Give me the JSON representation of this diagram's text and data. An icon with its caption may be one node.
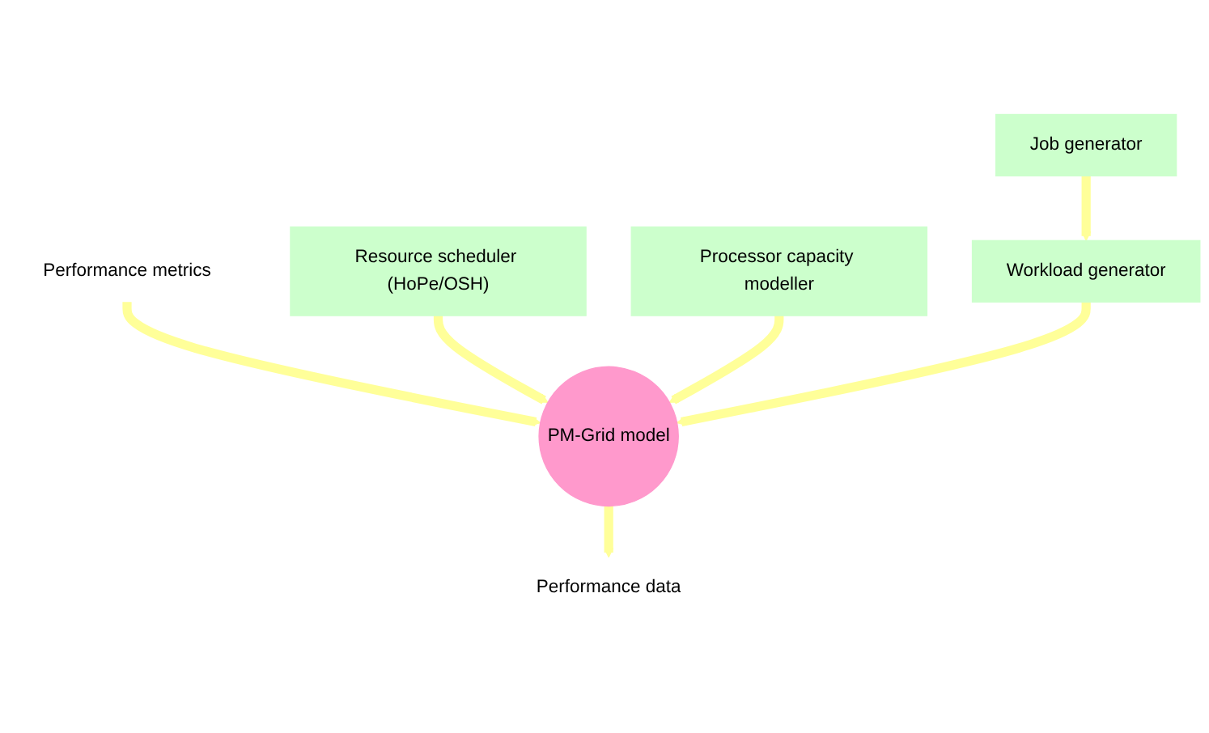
{
  "diagram": {
    "nodes": [
      {
        "text": [
          "Performance metrics"
        ]
      },
      {
        "text": [
          "Resource scheduler (HoPe/OSH)"
        ]
      },
      {
        "text": [
          "PM-Grid model"
        ]
      },
      {
        "text": [
          "Job generator"
        ]
      },
      {
        "text": [
          "Processor capacity modeller"
        ]
      },
      {
        "text": [
          "Workload generator"
        ]
      },
      {
        "text": [
          "Performance data"
        ]
      }
    ],
    "edges": [
      {
        "from": 0,
        "to": 2,
        "arrow": "to"
      },
      {
        "from": 1,
        "to": 2,
        "arrow": "to"
      },
      {
        "from": 4,
        "to": 2,
        "arrow": "to"
      },
      {
        "from": 3,
        "to": 5,
        "arrow": "to"
      },
      {
        "from": 5,
        "to": 2,
        "arrow": "to"
      },
      {
        "from": 2,
        "to": 6,
        "arrow": "to"
      }
    ]
  }
}
